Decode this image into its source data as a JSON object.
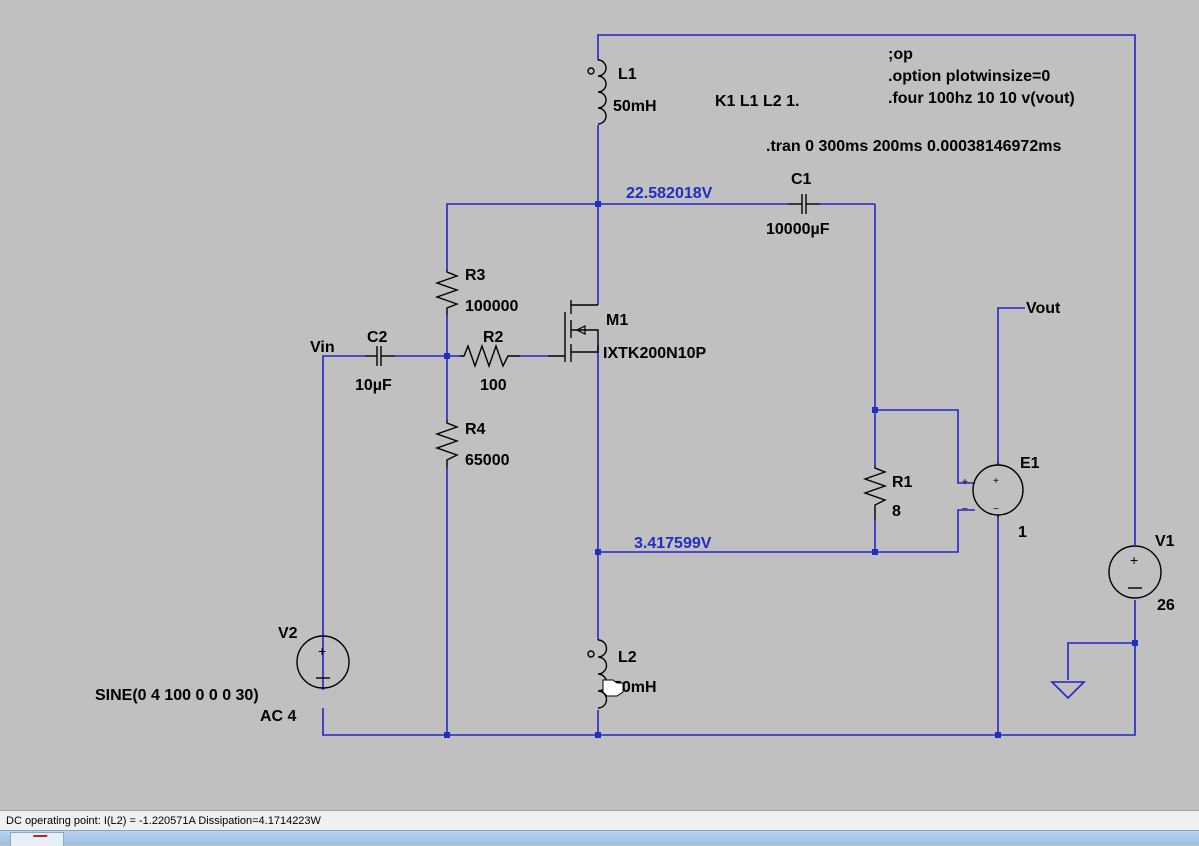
{
  "schematic": {
    "labels": {
      "L1": "L1",
      "L1_value": "50mH",
      "L2": "L2",
      "L2_value": "50mH",
      "K1": "K1 L1 L2 1.",
      "C1": "C1",
      "C1_value": "10000µF",
      "C2": "C2",
      "C2_value": "10µF",
      "R1": "R1",
      "R1_value": "8",
      "R2": "R2",
      "R2_value": "100",
      "R3": "R3",
      "R3_value": "100000",
      "R4": "R4",
      "R4_value": "65000",
      "M1": "M1",
      "M1_value": "IXTK200N10P",
      "E1": "E1",
      "E1_value": "1",
      "V1": "V1",
      "V1_value": "26",
      "V2": "V2",
      "V2_value_line1": "SINE(0 4 100 0 0 0 30)",
      "V2_value_line2": "AC 4",
      "vin": "Vin",
      "vout": "Vout"
    },
    "directives": {
      "op": ";op",
      "option": ".option plotwinsize=0",
      "four": ".four 100hz 10 10 v(vout)",
      "tran": ".tran 0 300ms 200ms 0.00038146972ms"
    },
    "voltages": {
      "top_node": "22.582018V",
      "source_node": "3.417599V"
    },
    "colors": {
      "wire": "#2424c8",
      "voltage_label": "#1f2fbf",
      "background": "#c0c0c0"
    }
  },
  "status_bar": {
    "text": "DC operating point: I(L2) = -1.220571A   Dissipation=4.1714223W"
  },
  "taskbar": {
    "icon": "ltspice-icon"
  }
}
